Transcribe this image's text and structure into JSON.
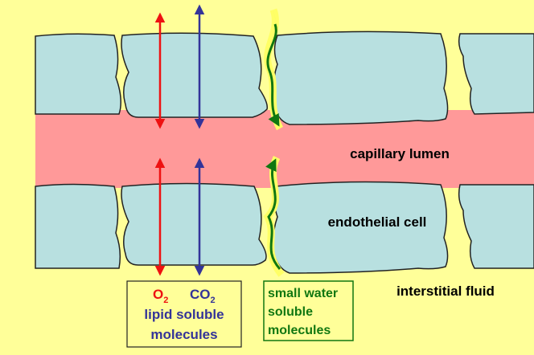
{
  "labels": {
    "lumen": "capillary lumen",
    "cell": "endothelial cell",
    "interstitial": "interstitial fluid"
  },
  "legend_lipid": {
    "o2": "O",
    "o2_sub": "2",
    "co2": "CO",
    "co2_sub": "2",
    "line2": "lipid soluble",
    "line3": "molecules"
  },
  "legend_water": {
    "line1": "small water",
    "line2": "soluble",
    "line3": "molecules"
  },
  "colors": {
    "background": "#ffff99",
    "cell_fill": "#b8e0e0",
    "lumen_fill": "#ff9999",
    "o2_arrow": "#ee1111",
    "co2_arrow": "#333399",
    "water_path": "#117711",
    "water_text": "#117711",
    "lipid_text": "#333399"
  }
}
